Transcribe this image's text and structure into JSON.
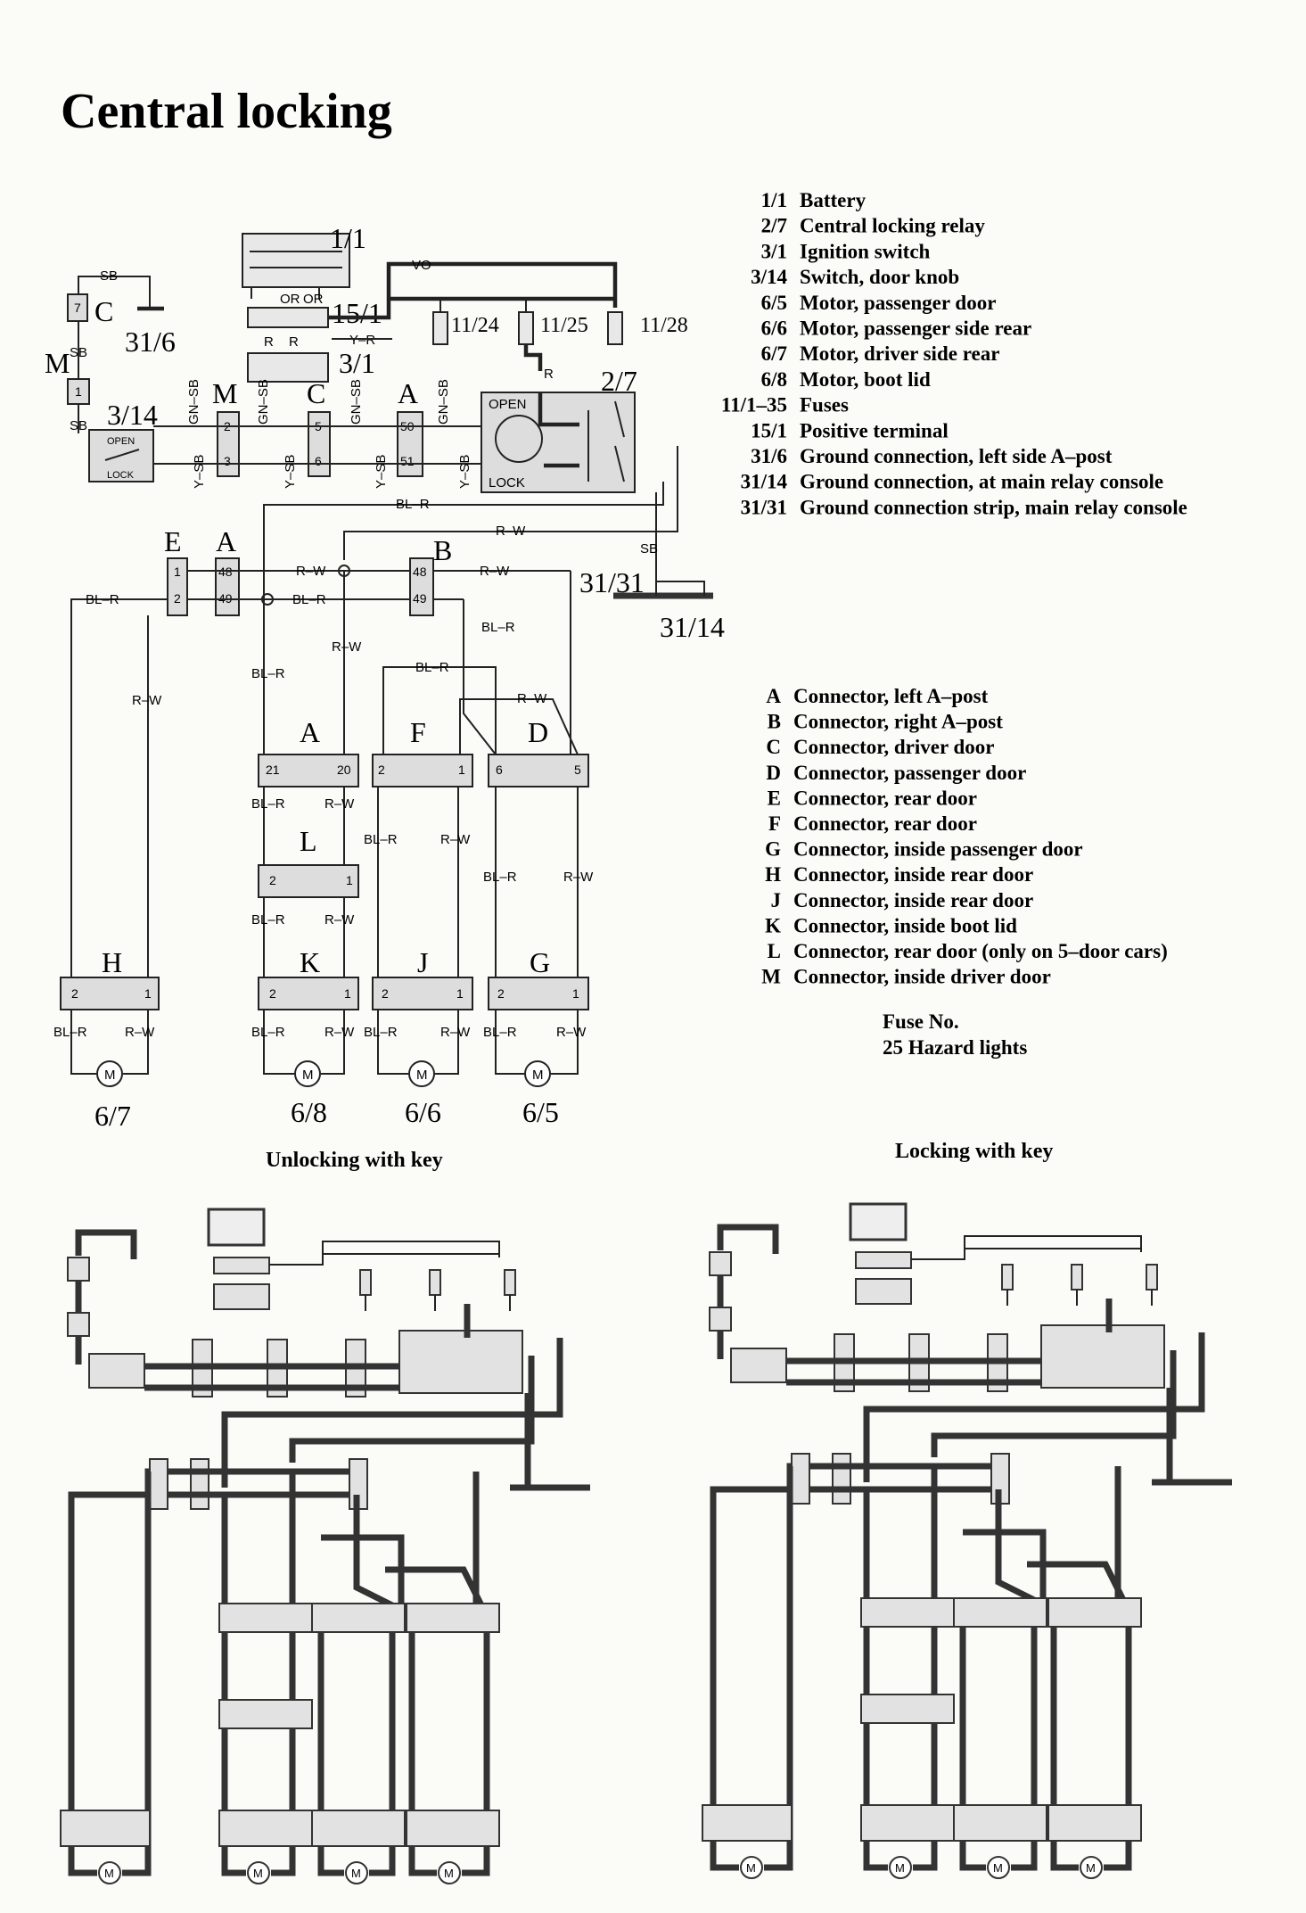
{
  "title": "Central locking",
  "components": [
    {
      "code": "1/1",
      "name": "Battery"
    },
    {
      "code": "2/7",
      "name": "Central locking relay"
    },
    {
      "code": "3/1",
      "name": "Ignition switch"
    },
    {
      "code": "3/14",
      "name": "Switch, door knob"
    },
    {
      "code": "6/5",
      "name": "Motor, passenger door"
    },
    {
      "code": "6/6",
      "name": "Motor, passenger side rear"
    },
    {
      "code": "6/7",
      "name": "Motor, driver side rear"
    },
    {
      "code": "6/8",
      "name": "Motor, boot lid"
    },
    {
      "code": "11/1–35",
      "name": "Fuses"
    },
    {
      "code": "15/1",
      "name": "Positive terminal"
    },
    {
      "code": "31/6",
      "name": "Ground connection, left side A–post"
    },
    {
      "code": "31/14",
      "name": "Ground connection, at main relay console"
    },
    {
      "code": "31/31",
      "name": "Ground connection strip, main relay console"
    }
  ],
  "connectors": [
    {
      "code": "A",
      "name": "Connector, left A–post"
    },
    {
      "code": "B",
      "name": "Connector, right A–post"
    },
    {
      "code": "C",
      "name": "Connector, driver door"
    },
    {
      "code": "D",
      "name": "Connector, passenger door"
    },
    {
      "code": "E",
      "name": "Connector, rear door"
    },
    {
      "code": "F",
      "name": "Connector, rear door"
    },
    {
      "code": "G",
      "name": "Connector, inside passenger door"
    },
    {
      "code": "H",
      "name": "Connector, inside rear door"
    },
    {
      "code": "J",
      "name": "Connector, inside rear door"
    },
    {
      "code": "K",
      "name": "Connector, inside boot lid"
    },
    {
      "code": "L",
      "name": "Connector, rear door (only on 5–door cars)"
    },
    {
      "code": "M",
      "name": "Connector, inside driver door"
    }
  ],
  "fuse_note": {
    "heading": "Fuse No.",
    "line": "25 Hazard lights"
  },
  "subdiagrams": {
    "left": "Unlocking with key",
    "right": "Locking with key"
  },
  "labels": {
    "battery": "1/1",
    "pos_terminal": "15/1",
    "ign_switch": "3/1",
    "relay": "2/7",
    "fuse1": "11/24",
    "fuse2": "11/25",
    "fuse3": "11/28",
    "gnd_a": "31/6",
    "gnd_strip": "31/31",
    "gnd_console": "31/14",
    "door_switch": "3/14",
    "m1": "6/7",
    "m2": "6/8",
    "m3": "6/6",
    "m4": "6/5",
    "open": "OPEN",
    "lock": "LOCK",
    "motor": "M",
    "c_letter": "C",
    "m_letter": "M",
    "a_letter": "A",
    "b_letter": "B",
    "e_letter": "E",
    "d_letter": "D",
    "f_letter": "F",
    "g_letter": "G",
    "h_letter": "H",
    "j_letter": "J",
    "k_letter": "K",
    "l_letter": "L"
  },
  "wires": {
    "sb": "SB",
    "vo": "VO",
    "or": "OR",
    "r": "R",
    "y_r": "Y–R",
    "gn_sb": "GN–SB",
    "y_sb": "Y–SB",
    "bl_r": "BL–R",
    "r_w": "R–W"
  },
  "pins": {
    "c7": "7",
    "m1": "1",
    "m2": "2",
    "m3": "3",
    "c5": "5",
    "c6": "6",
    "a50": "50",
    "a51": "51",
    "e1": "1",
    "e2": "2",
    "a48": "48",
    "a49": "49",
    "b48": "48",
    "b49": "49",
    "a21": "21",
    "a20": "20",
    "f2": "2",
    "f1": "1",
    "d6": "6",
    "d5": "5",
    "l2": "2",
    "l1": "1",
    "p2": "2",
    "p1": "1"
  }
}
